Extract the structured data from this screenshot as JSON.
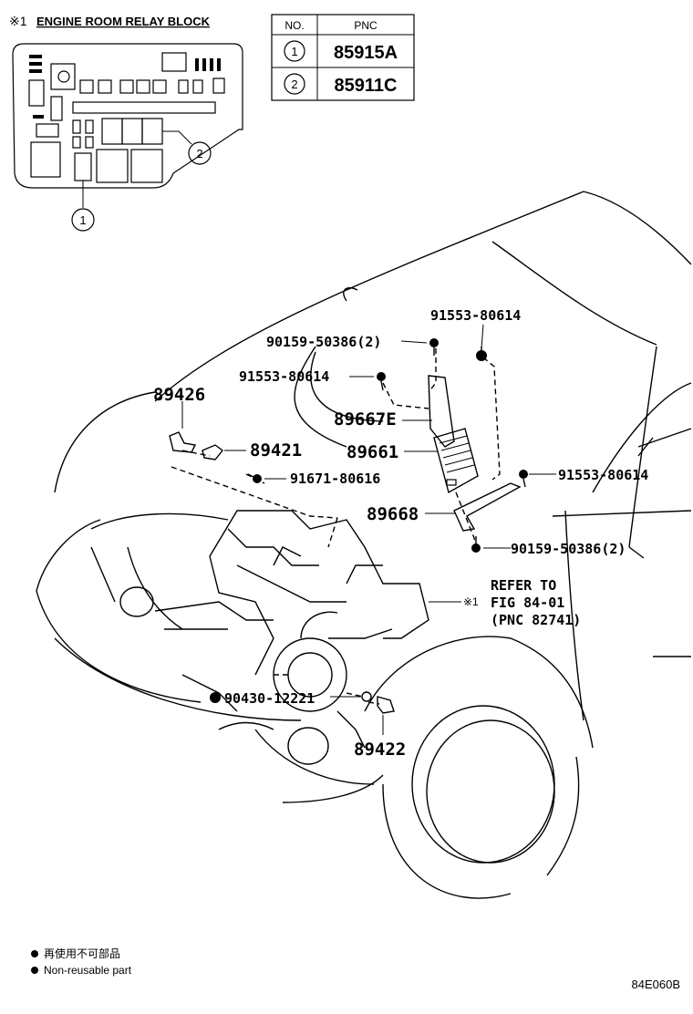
{
  "relay_block": {
    "title_mark": "※1",
    "title": "ENGINE ROOM RELAY BLOCK",
    "callouts": [
      "1",
      "2"
    ]
  },
  "pnc_table": {
    "headers": [
      "NO.",
      "PNC"
    ],
    "rows": [
      {
        "no": "1",
        "pnc": "85915A"
      },
      {
        "no": "2",
        "pnc": "85911C"
      }
    ]
  },
  "part_labels": {
    "p_90159_top": "90159-50386(2)",
    "p_91553_top_right": "91553-80614",
    "p_91553_mid": "91553-80614",
    "p_89426": "89426",
    "p_89667e": "89667E",
    "p_89421": "89421",
    "p_89661": "89661",
    "p_91671": "91671-80616",
    "p_91553_right": "91553-80614",
    "p_89668": "89668",
    "p_90159_bottom": "90159-50386(2)",
    "p_90430": "90430-12221",
    "p_89422": "89422"
  },
  "refer": {
    "mark": "※1",
    "line1": "REFER TO",
    "line2": "FIG 84-01",
    "line3": "(PNC 82741)"
  },
  "legend": {
    "line1": "再使用不可部品",
    "line2": "Non-reusable part"
  },
  "figure_id": "84E060B"
}
